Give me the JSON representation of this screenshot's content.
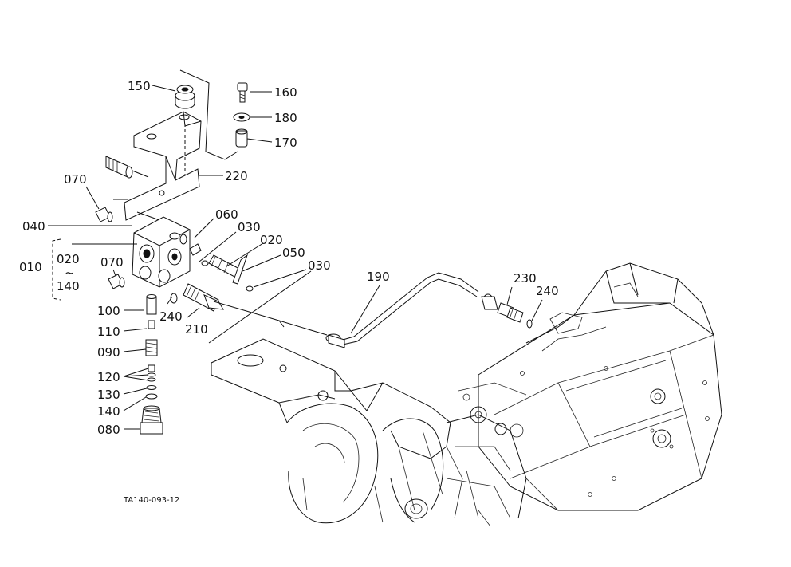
{
  "diagram": {
    "reference_code": "TA140-093-12",
    "callouts": [
      {
        "id": "150",
        "text": "150"
      },
      {
        "id": "160",
        "text": "160"
      },
      {
        "id": "180",
        "text": "180"
      },
      {
        "id": "170",
        "text": "170"
      },
      {
        "id": "220",
        "text": "220"
      },
      {
        "id": "070a",
        "text": "070"
      },
      {
        "id": "060",
        "text": "060"
      },
      {
        "id": "040",
        "text": "040"
      },
      {
        "id": "030a",
        "text": "030"
      },
      {
        "id": "020a",
        "text": "020"
      },
      {
        "id": "050",
        "text": "050"
      },
      {
        "id": "030b",
        "text": "030"
      },
      {
        "id": "010",
        "text": "010"
      },
      {
        "id": "020b",
        "text": "020"
      },
      {
        "id": "tilde",
        "text": "~"
      },
      {
        "id": "140a",
        "text": "140"
      },
      {
        "id": "070b",
        "text": "070"
      },
      {
        "id": "190",
        "text": "190"
      },
      {
        "id": "230",
        "text": "230"
      },
      {
        "id": "240a",
        "text": "240"
      },
      {
        "id": "100",
        "text": "100"
      },
      {
        "id": "240b",
        "text": "240"
      },
      {
        "id": "210",
        "text": "210"
      },
      {
        "id": "110",
        "text": "110"
      },
      {
        "id": "090",
        "text": "090"
      },
      {
        "id": "120",
        "text": "120"
      },
      {
        "id": "130",
        "text": "130"
      },
      {
        "id": "140b",
        "text": "140"
      },
      {
        "id": "080",
        "text": "080"
      }
    ]
  }
}
